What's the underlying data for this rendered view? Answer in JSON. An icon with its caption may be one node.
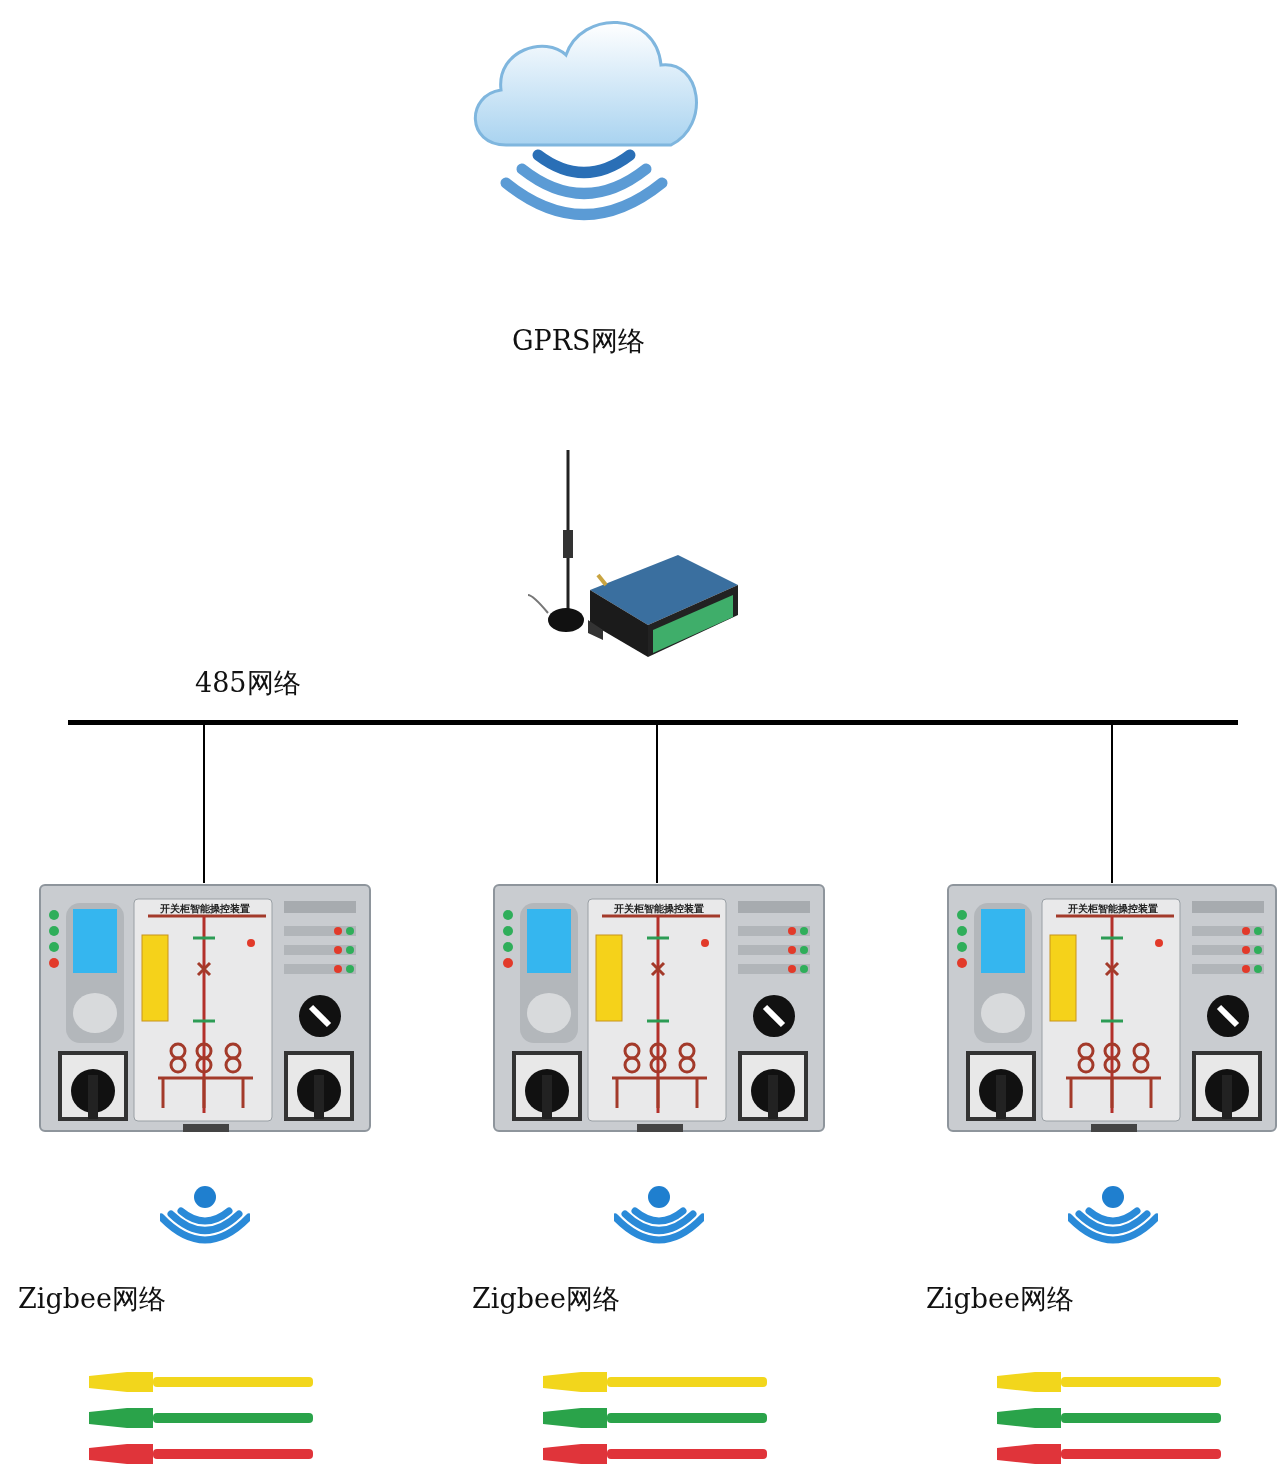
{
  "diagram": {
    "nodes": [
      {
        "text": [],
        "shape": "cloud"
      },
      {
        "text": [],
        "shape": "picture"
      },
      {
        "text": [],
        "shape": "bar",
        "beside": [
          "485网络"
        ]
      },
      {
        "text": [
          "开关柜智能操控装置"
        ]
      },
      {
        "text": [
          "开关柜智能操控装置"
        ]
      },
      {
        "text": [
          "开关柜智能操控装置"
        ]
      }
    ],
    "edges": [
      {
        "from": 2,
        "to": 3,
        "arrow": "none"
      },
      {
        "from": 2,
        "to": 4,
        "arrow": "none"
      },
      {
        "from": 2,
        "to": 5,
        "arrow": "none"
      }
    ],
    "labels": [
      "GPRS网络",
      "Zigbee网络",
      "Zigbee网络",
      "Zigbee网络"
    ]
  }
}
